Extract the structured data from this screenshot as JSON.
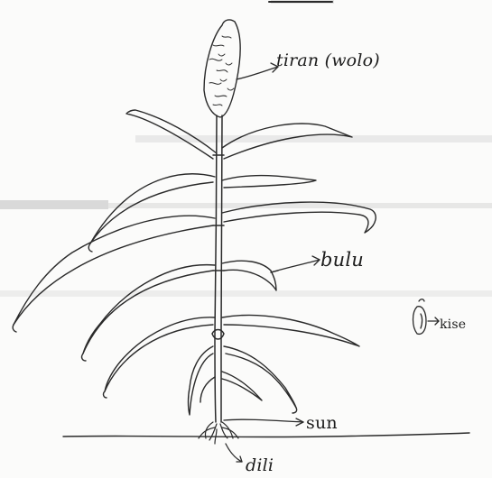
{
  "labels": {
    "head": "tiran (wolo)",
    "leaf": "bulu",
    "seed": "kise",
    "stem": "sun",
    "root": "dili"
  },
  "colors": {
    "ink": "#2a2a2a",
    "paper": "#fbfbfa",
    "smudge": "#9a9a9a"
  }
}
